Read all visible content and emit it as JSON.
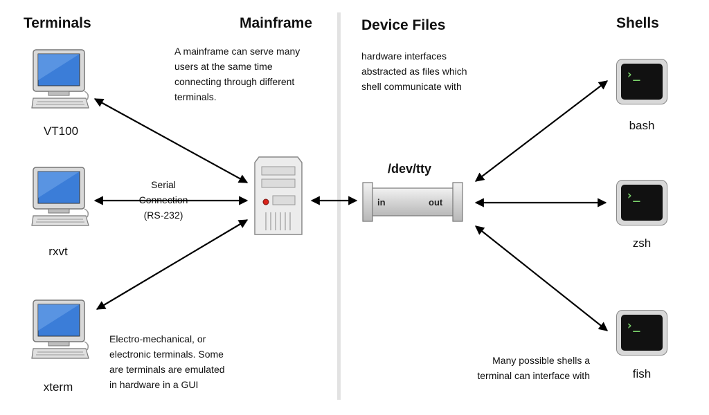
{
  "headings": {
    "terminals": "Terminals",
    "mainframe": "Mainframe",
    "device_files": "Device Files",
    "shells": "Shells"
  },
  "terminals": [
    {
      "label": "VT100",
      "icon": "computer-monitor-icon"
    },
    {
      "label": "rxvt",
      "icon": "computer-monitor-icon"
    },
    {
      "label": "xterm",
      "icon": "computer-monitor-icon"
    }
  ],
  "mainframe_note": [
    "A mainframe can serve many",
    "users at the same time",
    "connecting through different",
    "terminals."
  ],
  "serial": [
    "Serial",
    "Connection",
    "(RS-232)"
  ],
  "terminals_note": [
    "Electro-mechanical, or",
    "electronic terminals. Some",
    "are terminals are emulated",
    "in hardware in a GUI"
  ],
  "device_note": [
    "hardware interfaces",
    "abstracted as files which",
    "shell communicate with"
  ],
  "tty": {
    "label": "/dev/tty",
    "in": "in",
    "out": "out"
  },
  "shells": [
    {
      "label": "bash",
      "icon": "terminal-prompt-icon",
      "prompt": "›_"
    },
    {
      "label": "zsh",
      "icon": "terminal-prompt-icon",
      "prompt": "›_"
    },
    {
      "label": "fish",
      "icon": "terminal-prompt-icon",
      "prompt": "›_"
    }
  ],
  "shells_note": [
    "Many possible shells a",
    "terminal can interface with"
  ],
  "colors": {
    "screen_blue": "#3b7dd8",
    "prompt_green": "#7bd36b",
    "arrow": "#000000",
    "divider": "#e2e2e2"
  }
}
